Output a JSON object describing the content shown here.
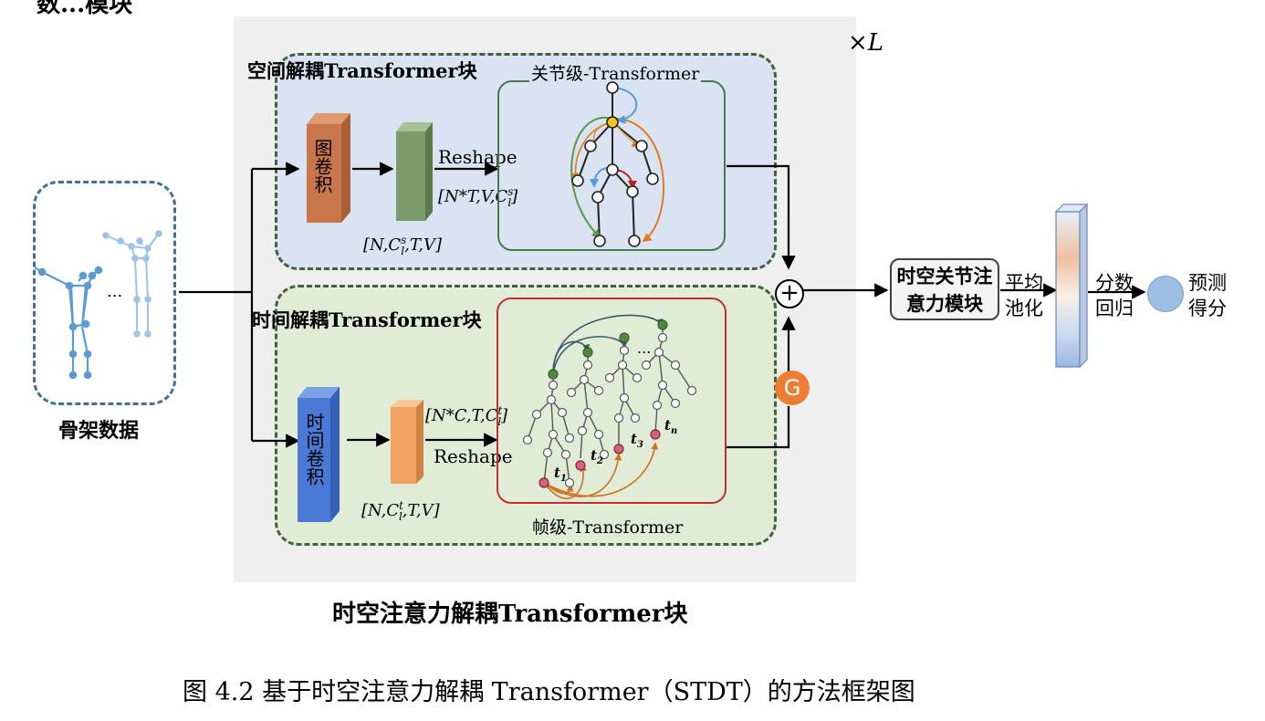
{
  "top_fragment": "数...模块",
  "skeleton_label": "骨架数据",
  "ellipsis": "...",
  "spatial_block": {
    "title": "空间解耦Transformer块",
    "conv_label": "图卷积",
    "reshape_label": "Reshape",
    "shape_after_conv": "[N,C",
    "shape_after_conv_sup": "s",
    "shape_after_conv_sub": "l",
    "shape_after_conv_tail": ",T,V]",
    "shape_after_reshape": "[N*T,V,C",
    "shape_after_reshape_sup": "s",
    "shape_after_reshape_sub": "l",
    "shape_after_reshape_tail": "]",
    "inner_title": "关节级-Transformer"
  },
  "temporal_block": {
    "title": "时间解耦Transformer块",
    "conv_label": "时间卷积",
    "reshape_label": "Reshape",
    "shape_after_conv": "[N,C",
    "shape_after_conv_sup": "t",
    "shape_after_conv_sub": "l",
    "shape_after_conv_tail": ",T,V]",
    "shape_after_reshape": "[N*C,T,C",
    "shape_after_reshape_sup": "t",
    "shape_after_reshape_sub": "l",
    "shape_after_reshape_tail": "]",
    "inner_title": "帧级-Transformer",
    "time_labels": [
      "t",
      "t",
      "t",
      "t"
    ],
    "time_subs": [
      "1",
      "2",
      "3",
      "n"
    ],
    "dots": "..."
  },
  "repeat_label": "×L",
  "plus_symbol": "+",
  "gate_label": "G",
  "attention_module": {
    "line1": "时空关节注",
    "line2": "意力模块"
  },
  "pooling_label": {
    "line1": "平均",
    "line2": "池化"
  },
  "regression_label": {
    "line1": "分数",
    "line2": "回归"
  },
  "score_label": {
    "line1": "预测",
    "line2": "得分"
  },
  "block_caption": "时空注意力解耦Transformer块",
  "figure_caption": "图 4.2    基于时空注意力解耦 Transformer（STDT）的方法框架图",
  "colors": {
    "spatial_panel": "#d9e3f2",
    "temporal_panel": "#e1ecd7",
    "graph_conv": "#c9774a",
    "temporal_conv": "#4a7ad6",
    "feature_green": "#7a9a6a",
    "feature_orange": "#f0a060",
    "gate": "#ee7d31",
    "score": "#9dbfe6"
  }
}
